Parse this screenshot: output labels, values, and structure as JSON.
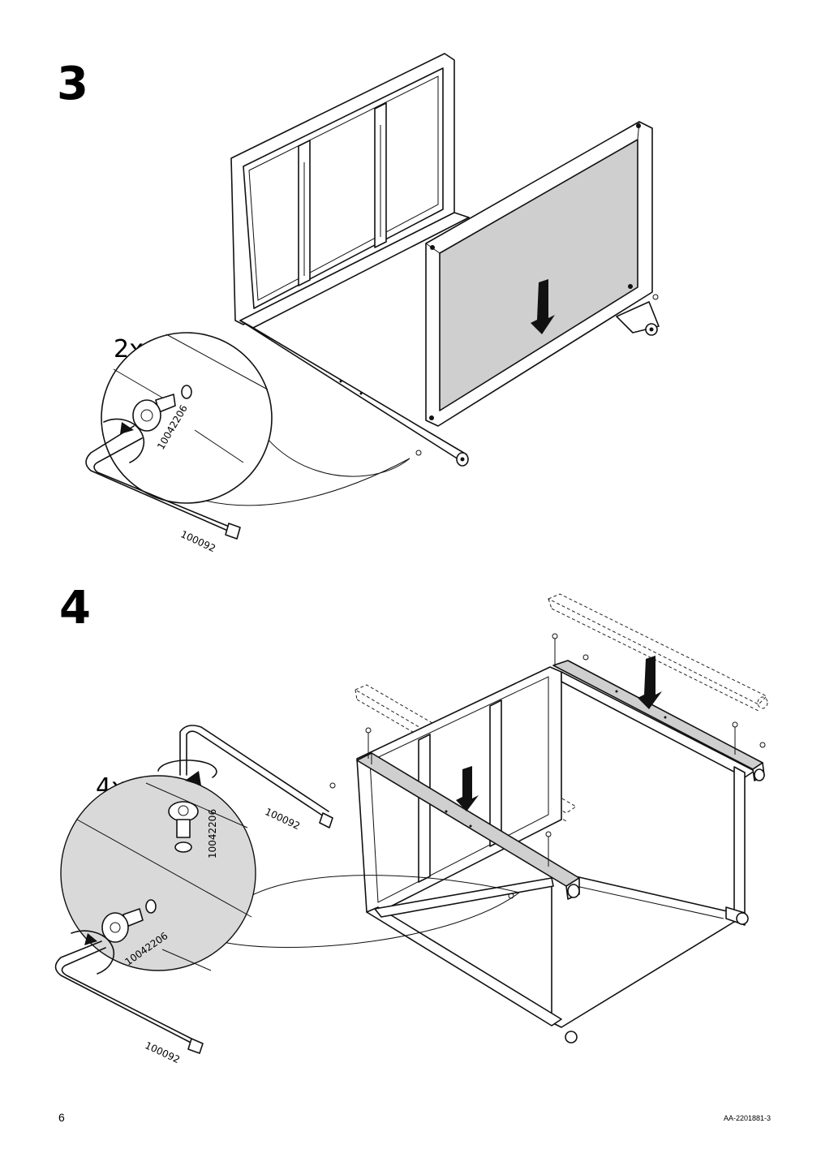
{
  "steps": [
    {
      "number": "3",
      "quantity": "2x",
      "screw_part": "10042206",
      "key_part": "100092"
    },
    {
      "number": "4",
      "quantity": "4x",
      "screw_part": "10042206",
      "key_part": "100092"
    }
  ],
  "footer": {
    "page_number": "6",
    "doc_code": "AA-2201881-3"
  },
  "colors": {
    "panel_fill": "#cfcfcf",
    "magnifier_fill": "#d9d9d9",
    "line": "#111111"
  },
  "icons": [
    "arrow-down-icon",
    "rotate-clockwise-icon",
    "allen-key-icon",
    "screw-icon"
  ]
}
